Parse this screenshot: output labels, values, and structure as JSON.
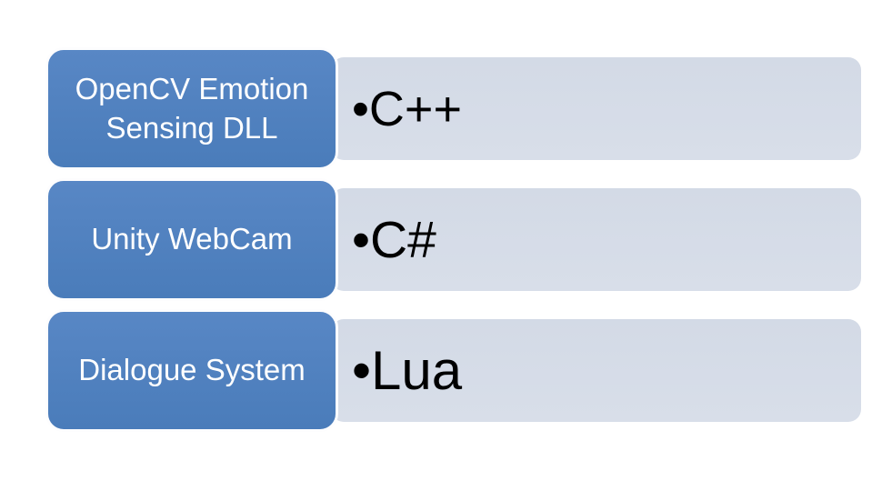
{
  "diagram": {
    "type": "smartart-vertical-box-list",
    "rows": [
      {
        "label": "OpenCV Emotion Sensing DLL",
        "bullet": "•",
        "value": "C++"
      },
      {
        "label": "Unity WebCam",
        "bullet": "•",
        "value": "C#"
      },
      {
        "label": "Dialogue System",
        "bullet": "•",
        "value": "Lua"
      }
    ],
    "colors": {
      "header_box_fill": "#4d7ebd",
      "header_box_border": "#fdfdfe",
      "header_text": "#ffffff",
      "panel_fill": "#d6dce8",
      "panel_text": "#000000",
      "background": "#ffffff"
    }
  }
}
